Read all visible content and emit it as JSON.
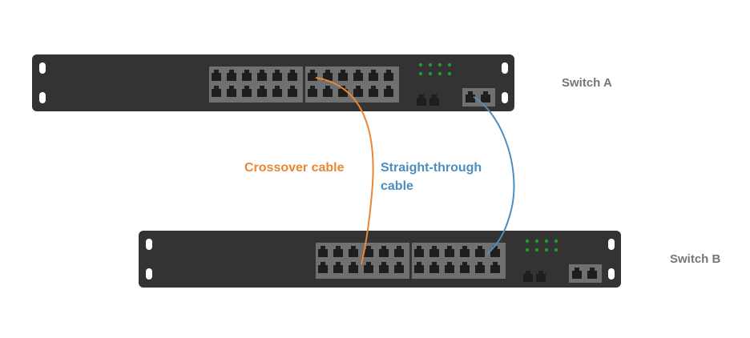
{
  "labels": {
    "switch_a": "Switch A",
    "switch_b": "Switch B",
    "crossover": "Crossover cable",
    "straight_line1": "Straight-through",
    "straight_line2": "cable"
  },
  "colors": {
    "chassis": "#333333",
    "port_block": "#707070",
    "port": "#1e1e1e",
    "led": "#1f9b31",
    "mount_hole": "#ffffff",
    "crossover_cable": "#E98734",
    "straight_cable": "#4E8DBE",
    "switch_label": "#767676"
  }
}
